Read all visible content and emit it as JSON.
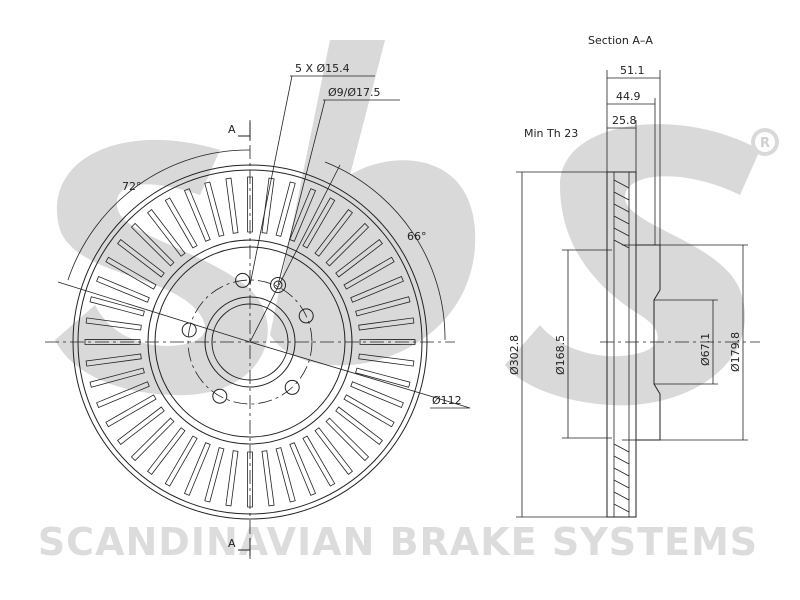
{
  "watermark": {
    "brand_text": "SCANDINAVIAN BRAKE SYSTEMS",
    "logo_letters": "sbs",
    "registered_mark": "R"
  },
  "front_view": {
    "bolt_holes_label": "5 X Ø15.4",
    "pilot_holes_label": "Ø9/Ø17.5",
    "angle_left_label": "72°",
    "angle_right_label": "66°",
    "pcd_label": "Ø112",
    "section_marker_top": "A",
    "section_marker_bottom": "A"
  },
  "section_view": {
    "title": "Section A–A",
    "width_total": "51.1",
    "width_hub": "44.9",
    "width_min_label": "Min Th 23",
    "width_min": "25.8",
    "dia_outer": "Ø302.8",
    "dia_inner": "Ø168.5",
    "dia_center": "Ø67.1",
    "dia_hub": "Ø179.8"
  },
  "colors": {
    "ink": "#222222",
    "watermark": "#d9d9d9"
  }
}
